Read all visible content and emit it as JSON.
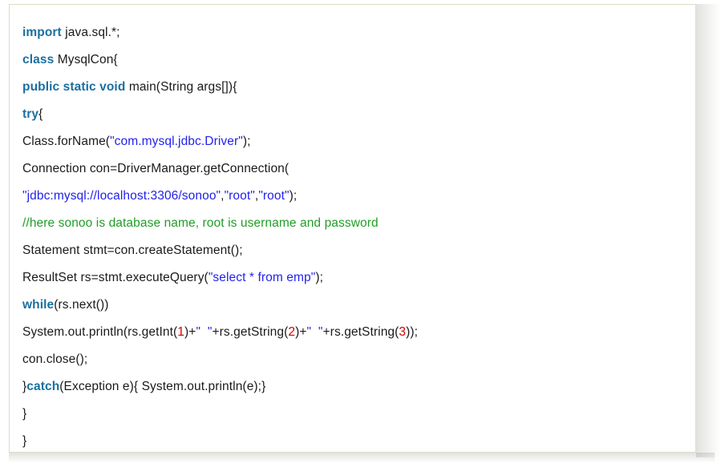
{
  "panel": {
    "name": "java-code-block",
    "language": "java",
    "border_color": "#dcdcca",
    "background_color": "#ffffff"
  },
  "syntax_colors": {
    "keyword": "#1a6fa0",
    "string": "#2222ee",
    "number": "#cc0000",
    "comment": "#1f9e26",
    "plain": "#1a1a1a"
  },
  "code": {
    "lines": [
      {
        "id": "line-1",
        "tokens": [
          {
            "t": "import",
            "k": "kw"
          },
          {
            "t": " java.sql.*;",
            "k": "plain"
          }
        ]
      },
      {
        "id": "line-2",
        "tokens": [
          {
            "t": "class",
            "k": "kw"
          },
          {
            "t": " MysqlCon{",
            "k": "plain"
          }
        ]
      },
      {
        "id": "line-3",
        "tokens": [
          {
            "t": "public static void",
            "k": "kw"
          },
          {
            "t": " main(String args[]){",
            "k": "plain"
          }
        ]
      },
      {
        "id": "line-4",
        "tokens": [
          {
            "t": "try",
            "k": "kw"
          },
          {
            "t": "{",
            "k": "plain"
          }
        ]
      },
      {
        "id": "line-5",
        "tokens": [
          {
            "t": "Class.forName(",
            "k": "plain"
          },
          {
            "t": "\"com.mysql.jdbc.Driver\"",
            "k": "str"
          },
          {
            "t": ");",
            "k": "plain"
          }
        ]
      },
      {
        "id": "line-6",
        "tokens": [
          {
            "t": "Connection con=DriverManager.getConnection(",
            "k": "plain"
          }
        ]
      },
      {
        "id": "line-7",
        "tokens": [
          {
            "t": "\"jdbc:mysql://localhost:3306/sonoo\"",
            "k": "str"
          },
          {
            "t": ",",
            "k": "plain"
          },
          {
            "t": "\"root\"",
            "k": "str"
          },
          {
            "t": ",",
            "k": "plain"
          },
          {
            "t": "\"root\"",
            "k": "str"
          },
          {
            "t": ");",
            "k": "plain"
          }
        ]
      },
      {
        "id": "line-8",
        "tokens": [
          {
            "t": "//here sonoo is database name, root is username and password",
            "k": "cmt"
          }
        ]
      },
      {
        "id": "line-9",
        "tokens": [
          {
            "t": "Statement stmt=con.createStatement();",
            "k": "plain"
          }
        ]
      },
      {
        "id": "line-10",
        "tokens": [
          {
            "t": "ResultSet rs=stmt.executeQuery(",
            "k": "plain"
          },
          {
            "t": "\"select * from emp\"",
            "k": "str"
          },
          {
            "t": ");",
            "k": "plain"
          }
        ]
      },
      {
        "id": "line-11",
        "tokens": [
          {
            "t": "while",
            "k": "kw"
          },
          {
            "t": "(rs.next())",
            "k": "plain"
          }
        ]
      },
      {
        "id": "line-12",
        "tokens": [
          {
            "t": "System.out.println(rs.getInt(",
            "k": "plain"
          },
          {
            "t": "1",
            "k": "num"
          },
          {
            "t": ")+",
            "k": "plain"
          },
          {
            "t": "\"  \"",
            "k": "str"
          },
          {
            "t": "+rs.getString(",
            "k": "plain"
          },
          {
            "t": "2",
            "k": "num"
          },
          {
            "t": ")+",
            "k": "plain"
          },
          {
            "t": "\"  \"",
            "k": "str"
          },
          {
            "t": "+rs.getString(",
            "k": "plain"
          },
          {
            "t": "3",
            "k": "num"
          },
          {
            "t": "));",
            "k": "plain"
          }
        ]
      },
      {
        "id": "line-13",
        "tokens": [
          {
            "t": "con.close();",
            "k": "plain"
          }
        ]
      },
      {
        "id": "line-14",
        "tokens": [
          {
            "t": "}",
            "k": "plain"
          },
          {
            "t": "catch",
            "k": "kw"
          },
          {
            "t": "(Exception e){ System.out.println(e);}",
            "k": "plain"
          }
        ]
      },
      {
        "id": "line-15",
        "tokens": [
          {
            "t": "}",
            "k": "plain"
          }
        ]
      },
      {
        "id": "line-16",
        "tokens": [
          {
            "t": "}",
            "k": "plain"
          }
        ]
      }
    ]
  }
}
